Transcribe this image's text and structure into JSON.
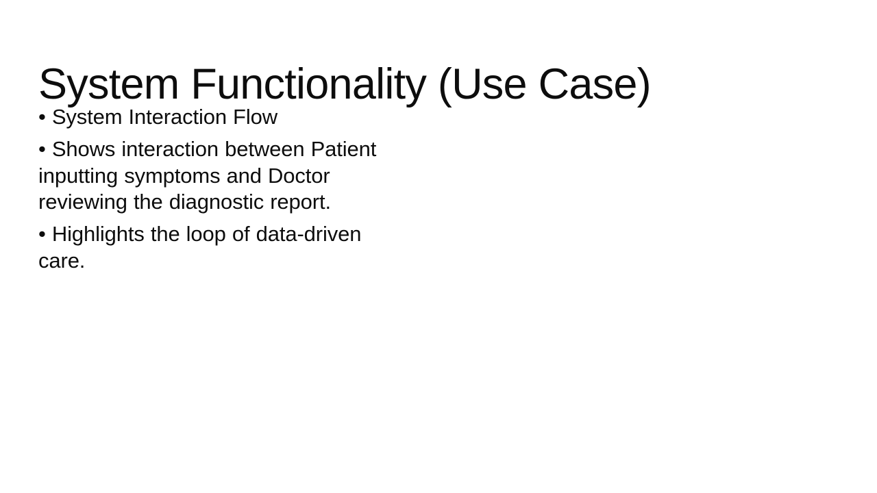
{
  "slide": {
    "title": "System Functionality (Use Case)",
    "background_color": "#ffffff",
    "text_color": "#0d0d0d",
    "bullet_glyph": "•",
    "bullets": [
      {
        "marker": "•",
        "text": "System Interaction Flow"
      },
      {
        "marker": "•",
        "text": "Shows interaction between Patient inputting symptoms and Doctor reviewing the diagnostic report."
      },
      {
        "marker": "•",
        "text": "Highlights the loop of data-driven care."
      }
    ]
  }
}
